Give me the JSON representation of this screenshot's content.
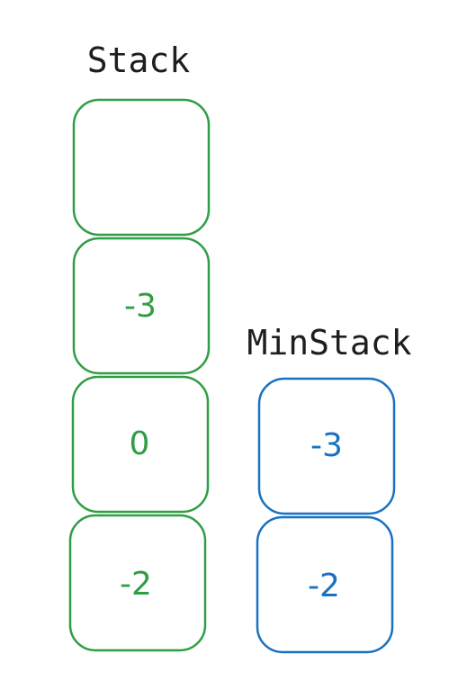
{
  "stack": {
    "title": "Stack",
    "color": "#2f9e44",
    "cells": [
      "",
      "-3",
      "0",
      "-2"
    ]
  },
  "minstack": {
    "title": "MinStack",
    "color": "#1971c2",
    "cells": [
      "-3",
      "-2"
    ]
  },
  "title_color": "#1e1e1e"
}
